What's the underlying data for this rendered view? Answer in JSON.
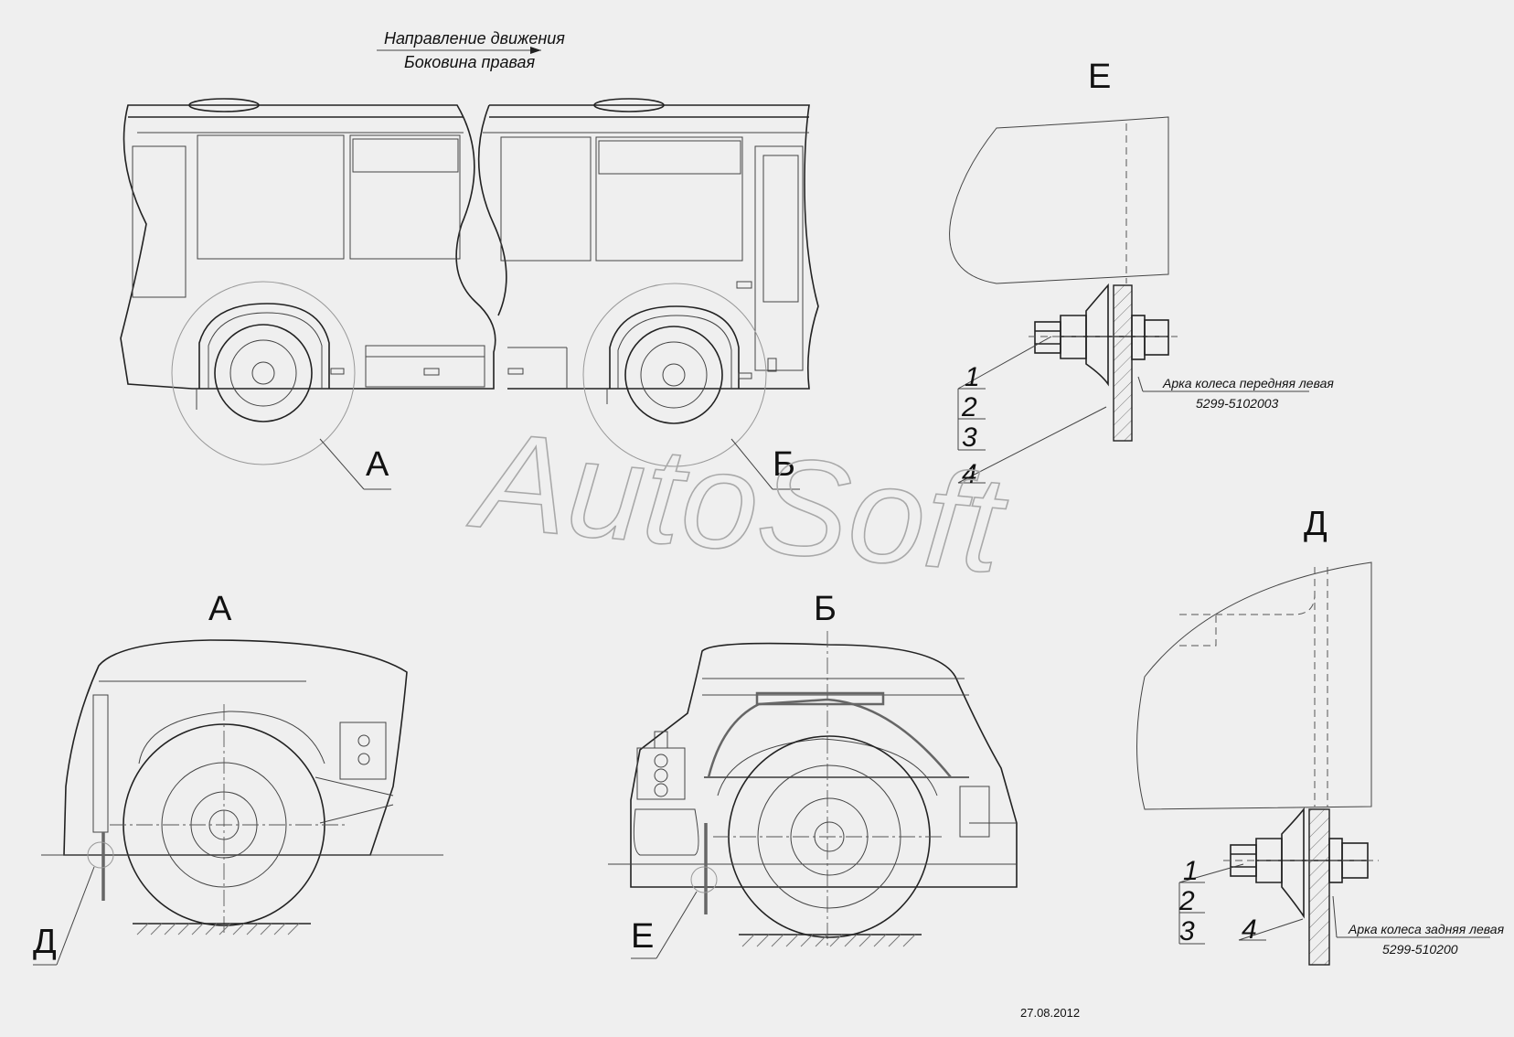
{
  "header": {
    "direction": "Направление движения",
    "side": "Боковина правая"
  },
  "views": {
    "a": "А",
    "b": "Б",
    "e": "Е",
    "d": "Д"
  },
  "details": {
    "e_items": [
      "1",
      "2",
      "3",
      "4"
    ],
    "e_part_name": "Арка колеса передняя левая",
    "e_part_number": "5299-5102003",
    "d_items": [
      "1",
      "2",
      "3",
      "4"
    ],
    "d_part_name": "Арка колеса задняя левая",
    "d_part_number": "5299-510200"
  },
  "watermark": "AutoSoft",
  "footer": {
    "date": "27.08.2012"
  }
}
